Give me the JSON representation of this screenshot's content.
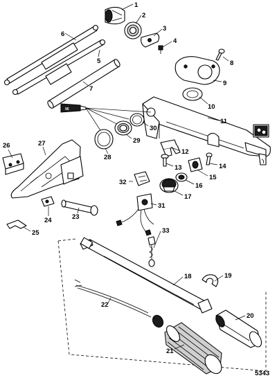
{
  "callouts": [
    "1",
    "2",
    "3",
    "4",
    "5",
    "6",
    "7",
    "8",
    "9",
    "10",
    "11",
    "12",
    "13",
    "14",
    "15",
    "16",
    "17",
    "18",
    "19",
    "20",
    "21",
    "22",
    "23",
    "24",
    "25",
    "26",
    "27",
    "28",
    "29",
    "30",
    "31",
    "32",
    "33"
  ],
  "sealant_ref": "95",
  "figure_id": "5343"
}
